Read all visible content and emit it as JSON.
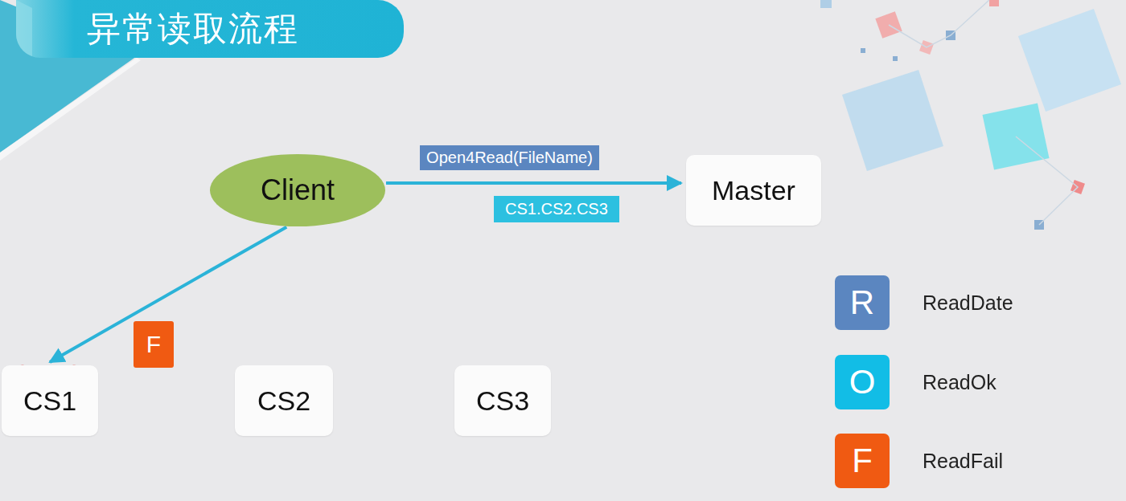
{
  "diagram": {
    "title": "异常读取流程",
    "nodes": [
      {
        "text": [
          "Client"
        ]
      },
      {
        "text": [
          "Master"
        ]
      },
      {
        "text": [
          "F"
        ]
      },
      {
        "text": [
          "CS1"
        ]
      },
      {
        "text": [
          "CS2"
        ]
      },
      {
        "text": [
          "CS3"
        ]
      }
    ],
    "edges": [
      {
        "from": 0,
        "to": 1,
        "label": "Open4Read(FileName)",
        "arrow": "to"
      },
      {
        "from": 0,
        "to": 3,
        "arrow": "to"
      }
    ],
    "labels": [
      "CS1.CS2.CS3",
      "R",
      "O",
      "F"
    ],
    "legend": [
      {
        "text": "ReadDate",
        "color": "#5b86c0"
      },
      {
        "text": "ReadOk",
        "color": "#12bde6"
      },
      {
        "text": "ReadFail",
        "color": "#f05a12"
      }
    ]
  }
}
